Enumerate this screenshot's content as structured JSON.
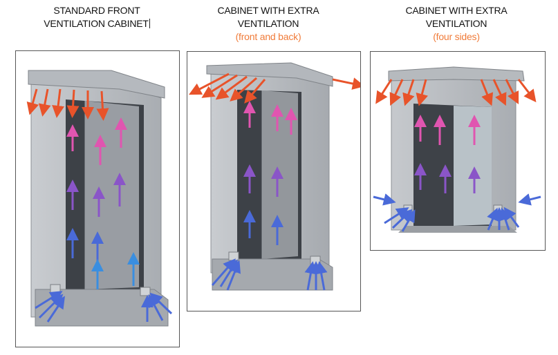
{
  "panels": [
    {
      "title_lines": [
        "STANDARD FRONT",
        "VENTILATION CABINET"
      ],
      "subtitle": "",
      "ventilation": "front"
    },
    {
      "title_lines": [
        "CABINET WITH EXTRA",
        "VENTILATION"
      ],
      "subtitle": "(front and back)",
      "ventilation": "front-and-back"
    },
    {
      "title_lines": [
        "CABINET WITH EXTRA",
        "VENTILATION"
      ],
      "subtitle": "(four sides)",
      "ventilation": "four-sides"
    }
  ],
  "colors": {
    "hot_air": "#e8532a",
    "warm_air": "#e055b0",
    "mixed_air": "#8a55c8",
    "cool_air": "#4a6ad8",
    "cold_air": "#3a8ee0",
    "subtitle": "#f07b39",
    "cabinet_metal": "#b8bcc0"
  }
}
